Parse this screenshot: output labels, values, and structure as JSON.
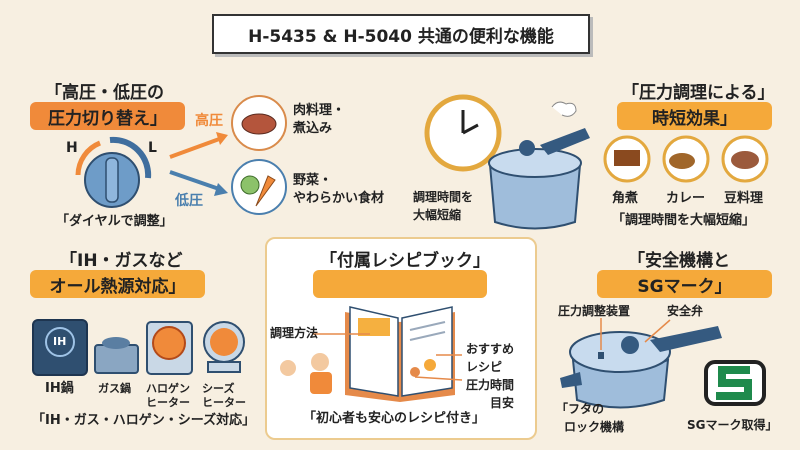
{
  "title": "H-5435 & H-5040 共通の便利な機能",
  "pressure": {
    "heading": "「高圧・低圧の",
    "band": "圧力切り替え」",
    "h": "H",
    "l": "L",
    "dial_caption": "「ダイヤルで調整」",
    "high": "高圧",
    "low": "低圧",
    "high_food": [
      "肉料理・",
      "煮込み"
    ],
    "low_food": [
      "野菜・",
      "やわらかい食材"
    ],
    "accent": "#f08a3a",
    "blue": "#4a7fae"
  },
  "timesave": {
    "heading": "「圧力調理による」",
    "band": "時短効果」",
    "side": [
      "調理時間を",
      "大幅短縮"
    ],
    "dishes": [
      "角煮",
      "カレー",
      "豆料理"
    ],
    "caption": "「調理時間を大幅短縮」"
  },
  "heat": {
    "heading": "「IH・ガスなど",
    "band": "オール熱源対応」",
    "ih_label": "IH",
    "sources": [
      [
        "IH鍋"
      ],
      [
        "ガス鍋"
      ],
      [
        "ハロゲン",
        "ヒーター"
      ],
      [
        "シーズ",
        "ヒーター"
      ]
    ],
    "caption": "「IH・ガス・ハロゲン・シーズ対応」"
  },
  "recipe": {
    "heading": "「付属レシピブック」",
    "band": "",
    "method": "調理方法",
    "recommend": [
      "おすすめ",
      "レシピ"
    ],
    "time": [
      "圧力時間",
      "目安"
    ],
    "caption": "「初心者も安心のレシピ付き」"
  },
  "safety": {
    "heading": "「安全機構と",
    "band": "SGマーク」",
    "regulator": "圧力調整装置",
    "valve": "安全弁",
    "lock": [
      "「フタの",
      "ロック機構"
    ],
    "sg": "SGマーク取得」",
    "sg_color": "#1f8a4c"
  }
}
